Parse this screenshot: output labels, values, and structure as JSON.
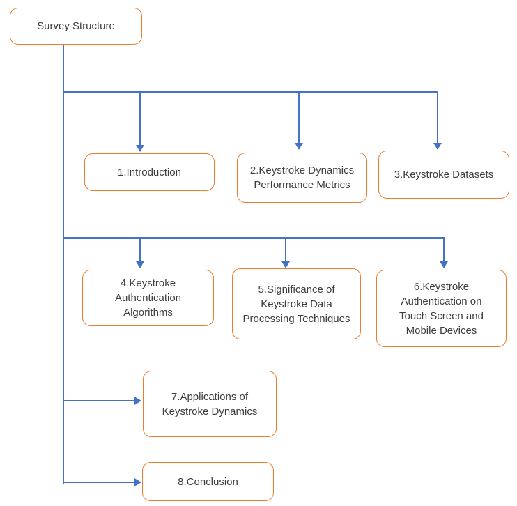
{
  "diagram_title": "Survey Structure",
  "colors": {
    "connector_blue": "#4472C4",
    "box_border_orange": "#ED7D31",
    "text": "#3D3D3D",
    "background": "#FFFFFF"
  },
  "nodes": {
    "root": {
      "label": "Survey Structure"
    },
    "n1": {
      "label": "1.Introduction"
    },
    "n2": {
      "label": "2.Keystroke Dynamics\nPerformance Metrics"
    },
    "n3": {
      "label": "3.Keystroke Datasets"
    },
    "n4": {
      "label": "4.Keystroke\nAuthentication\nAlgorithms"
    },
    "n5": {
      "label": "5.Significance of\nKeystroke Data\nProcessing Techniques"
    },
    "n6": {
      "label": "6.Keystroke\nAuthentication on\nTouch Screen and\nMobile Devices"
    },
    "n7": {
      "label": "7.Applications of\nKeystroke Dynamics"
    },
    "n8": {
      "label": "8.Conclusion"
    }
  }
}
